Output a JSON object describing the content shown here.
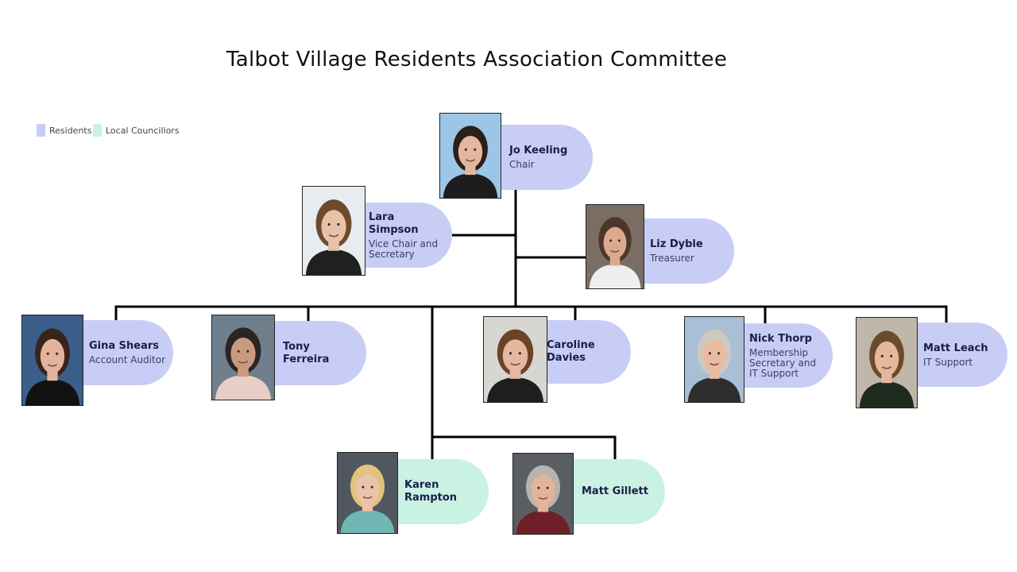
{
  "title": "Talbot Village Residents Association Committee",
  "colors": {
    "residents": "#c8cdf6",
    "councillors": "#c9f2e2",
    "line": "#000000"
  },
  "legend": [
    {
      "label": "Residents",
      "color": "#c8cdf6"
    },
    {
      "label": "Local Councillors",
      "color": "#c9f2e2"
    }
  ],
  "members": [
    {
      "name": "Jo Keeling",
      "role": "Chair",
      "group": "residents",
      "photo": "portrait-woman-dark-hair"
    },
    {
      "name": "Lara Simpson",
      "role": "Vice Chair and Secretary",
      "group": "residents",
      "photo": "portrait-woman-brown-hair"
    },
    {
      "name": "Liz Dyble",
      "role": "Treasurer",
      "group": "residents",
      "photo": "portrait-woman-glasses"
    },
    {
      "name": "Gina Shears",
      "role": "Account Auditor",
      "group": "residents",
      "photo": "portrait-woman-long-hair"
    },
    {
      "name": "Tony Ferreira",
      "role": "",
      "group": "residents",
      "photo": "portrait-man-dark-hair"
    },
    {
      "name": "Caroline Davies",
      "role": "",
      "group": "residents",
      "photo": "portrait-woman-glasses-short-hair"
    },
    {
      "name": "Nick Thorp",
      "role": "Membership Secretary and IT Support",
      "group": "residents",
      "photo": "portrait-man-bald"
    },
    {
      "name": "Matt Leach",
      "role": "IT Support",
      "group": "residents",
      "photo": "portrait-man-cap"
    },
    {
      "name": "Karen Rampton",
      "role": "",
      "group": "councillors",
      "photo": "portrait-woman-blonde"
    },
    {
      "name": "Matt Gillett",
      "role": "",
      "group": "councillors",
      "photo": "portrait-man-grey-hair"
    }
  ]
}
